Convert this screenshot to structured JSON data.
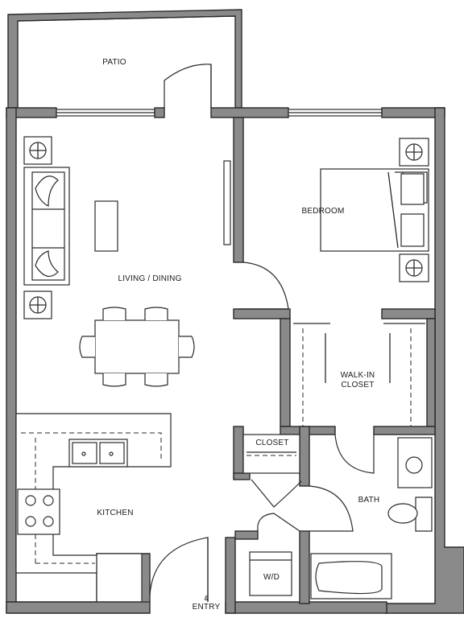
{
  "rooms": {
    "patio": "PATIO",
    "bedroom": "BEDROOM",
    "living_dining": "LIVING / DINING",
    "walk_in_closet_line1": "WALK-IN",
    "walk_in_closet_line2": "CLOSET",
    "closet": "CLOSET",
    "bath": "BATH",
    "kitchen": "KITCHEN",
    "washer_dryer": "W/D"
  },
  "entry": {
    "symbol": "&",
    "label": "ENTRY"
  },
  "colors": {
    "wall_fill": "#8a8a8a",
    "line": "#2a2a2a",
    "background": "#ffffff"
  }
}
